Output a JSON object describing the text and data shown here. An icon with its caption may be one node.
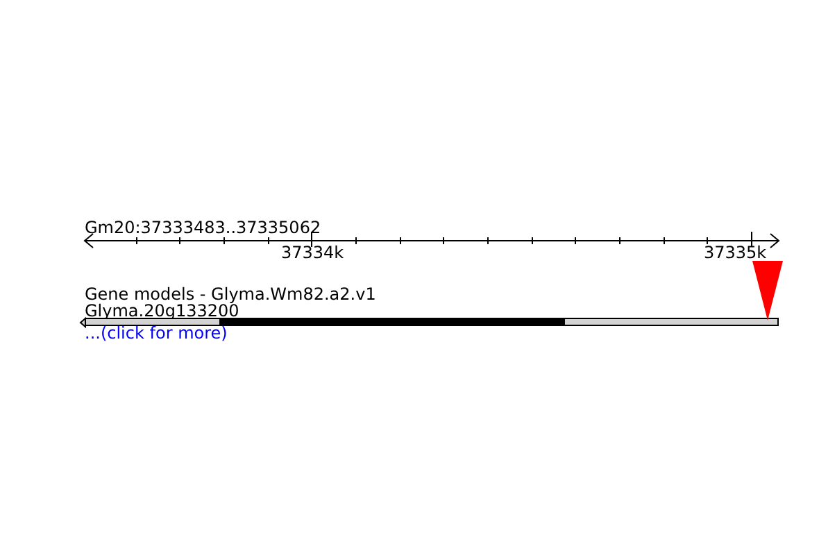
{
  "diagram": {
    "nodes": [
      {
        "text": [
          "Glyma.20g133200"
        ]
      }
    ],
    "labels": [
      "Gm20:37333483..37335062",
      "37334k",
      "37335k",
      "Gene models - Glyma.Wm82.a2.v1",
      "...(click for more)"
    ]
  }
}
